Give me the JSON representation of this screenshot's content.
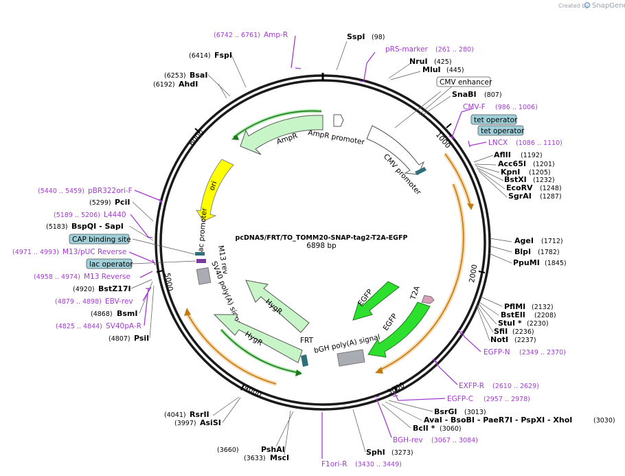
{
  "credit": {
    "prefix": "Created by",
    "brand": "SnapGene"
  },
  "plasmid": {
    "name": "pcDNA5/FRT/TO_TOMM20-SNAP-tag2-T2A-EGFP",
    "size": "6898 bp",
    "length": 6898
  },
  "ticks": [
    "1000",
    "2000",
    "3000",
    "4000",
    "5000",
    "6000"
  ],
  "sites": [
    {
      "name": "SspI",
      "pos": "(98)"
    },
    {
      "name": "NruI",
      "pos": "(425)"
    },
    {
      "name": "MluI",
      "pos": "(445)"
    },
    {
      "name": "SnaBI",
      "pos": "(807)"
    },
    {
      "name": "AflII",
      "pos": "(1192)"
    },
    {
      "name": "Acc65I",
      "pos": "(1201)"
    },
    {
      "name": "KpnI",
      "pos": "(1205)"
    },
    {
      "name": "BstXI",
      "pos": "(1232)"
    },
    {
      "name": "EcoRV",
      "pos": "(1248)"
    },
    {
      "name": "SgrAI",
      "pos": "(1287)"
    },
    {
      "name": "AgeI",
      "pos": "(1712)"
    },
    {
      "name": "BlpI",
      "pos": "(1782)"
    },
    {
      "name": "PpuMI",
      "pos": "(1845)"
    },
    {
      "name": "PflMI",
      "pos": "(2132)"
    },
    {
      "name": "BstEII",
      "pos": "(2208)"
    },
    {
      "name": "StuI *",
      "pos": "(2230)"
    },
    {
      "name": "SfiI",
      "pos": "(2236)"
    },
    {
      "name": "NotI",
      "pos": "(2237)"
    },
    {
      "name": "BsrGI",
      "pos": "(3013)"
    },
    {
      "name": "AvaI - BsoBI - PaeR7I - PspXI - XhoI",
      "pos": "(3030)"
    },
    {
      "name": "BclI *",
      "pos": "(3060)"
    },
    {
      "name": "SphI",
      "pos": "(3273)"
    },
    {
      "name": "MscI",
      "pos": "(3633)"
    },
    {
      "name": "PshAI",
      "pos": "(3660)"
    },
    {
      "name": "AsiSI",
      "pos": "(3997)"
    },
    {
      "name": "RsrII",
      "pos": "(4041)"
    },
    {
      "name": "PsiI",
      "pos": "(4807)"
    },
    {
      "name": "BsmI",
      "pos": "(4868)"
    },
    {
      "name": "BstZ17I",
      "pos": "(4920)"
    },
    {
      "name": "BspQI - SapI",
      "pos": "(5183)"
    },
    {
      "name": "PciI",
      "pos": "(5299)"
    },
    {
      "name": "AhdI",
      "pos": "(6192)"
    },
    {
      "name": "BsaI",
      "pos": "(6253)"
    },
    {
      "name": "FspI",
      "pos": "(6414)"
    }
  ],
  "primers": [
    {
      "name": "Amp-R",
      "range": "(6742 .. 6761)"
    },
    {
      "name": "pRS-marker",
      "range": "(261 .. 280)"
    },
    {
      "name": "CMV-F",
      "range": "(986 .. 1006)"
    },
    {
      "name": "LNCX",
      "range": "(1086 .. 1110)"
    },
    {
      "name": "EGFP-N",
      "range": "(2349 .. 2370)"
    },
    {
      "name": "EXFP-R",
      "range": "(2610 .. 2629)"
    },
    {
      "name": "EGFP-C",
      "range": "(2957 .. 2978)"
    },
    {
      "name": "BGH-rev",
      "range": "(3067 .. 3084)"
    },
    {
      "name": "F1ori-R",
      "range": "(3430 .. 3449)"
    },
    {
      "name": "SV40pA-R",
      "range": "(4825 .. 4844)"
    },
    {
      "name": "EBV-rev",
      "range": "(4879 .. 4898)"
    },
    {
      "name": "M13 Reverse",
      "range": "(4958 .. 4974)"
    },
    {
      "name": "M13/pUC Reverse",
      "range": "(4971 .. 4993)"
    },
    {
      "name": "L4440",
      "range": "(5189 .. 5206)"
    },
    {
      "name": "pBR322ori-F",
      "range": "(5440 .. 5459)"
    }
  ],
  "boxed_features": [
    "CMV enhancer",
    "tet operator",
    "tet operator",
    "CAP binding site",
    "lac operator"
  ],
  "features": [
    "AmpR promoter",
    "AmpR",
    "CMV promoter",
    "ori",
    "lac promoter",
    "M13 rev",
    "SV40 poly(A) signal",
    "HygR",
    "HygR",
    "FRT",
    "bGH poly(A) signal",
    "EGFP",
    "EGFP",
    "T2A"
  ],
  "colors": {
    "primer": "#a23bd0",
    "orf_outline": "#f5a623",
    "green_feature": "#2ee02e",
    "light_green": "#c8f5c8",
    "yellow_ori": "#ffff00",
    "box_fill": "#9fcfd8",
    "gray_feature": "#a9adb3"
  }
}
